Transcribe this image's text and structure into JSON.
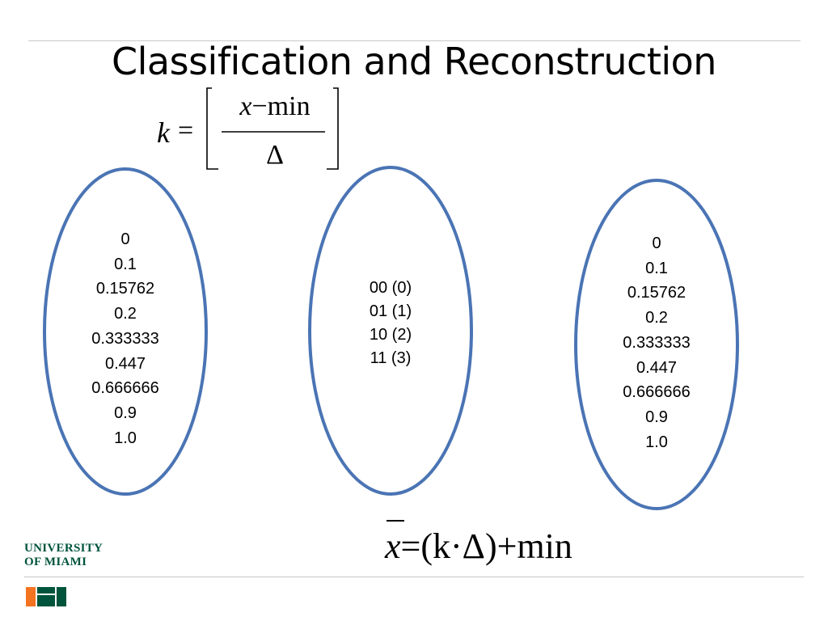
{
  "slide": {
    "title": "Classification and Reconstruction"
  },
  "formula_top": {
    "lhs": "k",
    "eq": "=",
    "numerator_var": "x",
    "numerator_rest": "−min",
    "denominator": "Δ"
  },
  "formula_bottom": {
    "var": "x",
    "rest": "=(k·Δ)+min"
  },
  "ovals": {
    "left": [
      "0",
      "0.1",
      "0.15762",
      "0.2",
      "0.333333",
      "0.447",
      "0.666666",
      "0.9",
      "1.0"
    ],
    "middle": [
      "00 (0)",
      "01 (1)",
      "10 (2)",
      "11 (3)"
    ],
    "right": [
      "0",
      "0.1",
      "0.15762",
      "0.2",
      "0.333333",
      "0.447",
      "0.666666",
      "0.9",
      "1.0"
    ]
  },
  "branding": {
    "line1": "UNIVERSITY",
    "line2": "OF MIAMI",
    "logo_icon": "u-logo-icon",
    "green": "#00543c",
    "orange": "#f47321"
  },
  "colors": {
    "oval_stroke": "#4a74b4",
    "rule": "#c8c8c8"
  }
}
